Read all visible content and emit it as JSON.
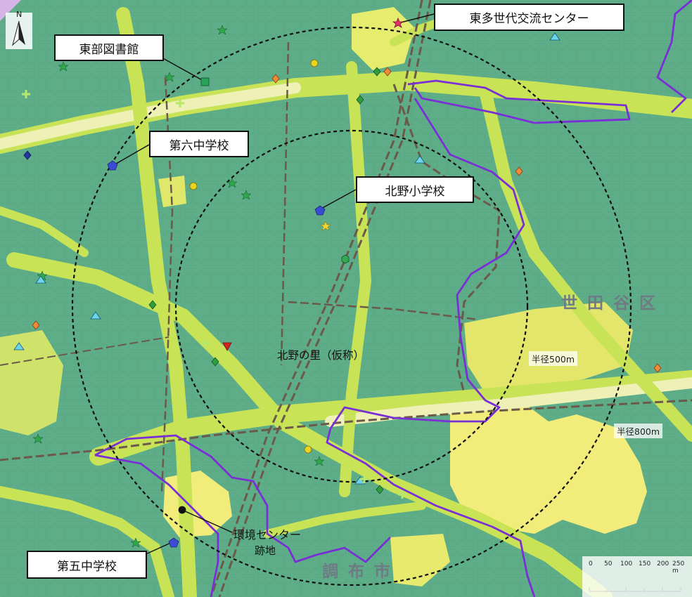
{
  "north_label": "N",
  "callouts": {
    "tobu_library": "東部図書館",
    "higashitama_center": "東多世代交流センター",
    "dai6_jhs": "第六中学校",
    "kitano_es": "北野小学校",
    "dai5_jhs": "第五中学校"
  },
  "site": {
    "name": "北野の里（仮称）",
    "former_center_line1": "環境センター",
    "former_center_line2": "跡地"
  },
  "wards": {
    "setagaya": "世田谷区",
    "chofu": "調布市"
  },
  "radii": {
    "inner": "半径500m",
    "outer": "半径800m"
  },
  "scale_ticks": [
    "0",
    "50",
    "100",
    "150",
    "200",
    "250 m"
  ],
  "colors": {
    "base_green": "#5fae8a",
    "yellow_zone": "#f2ec7a",
    "road_lime": "#c8e356",
    "road_cream": "#eef0b6",
    "boundary_purple": "#7a2fd6",
    "railway": "#6b5a4a"
  }
}
